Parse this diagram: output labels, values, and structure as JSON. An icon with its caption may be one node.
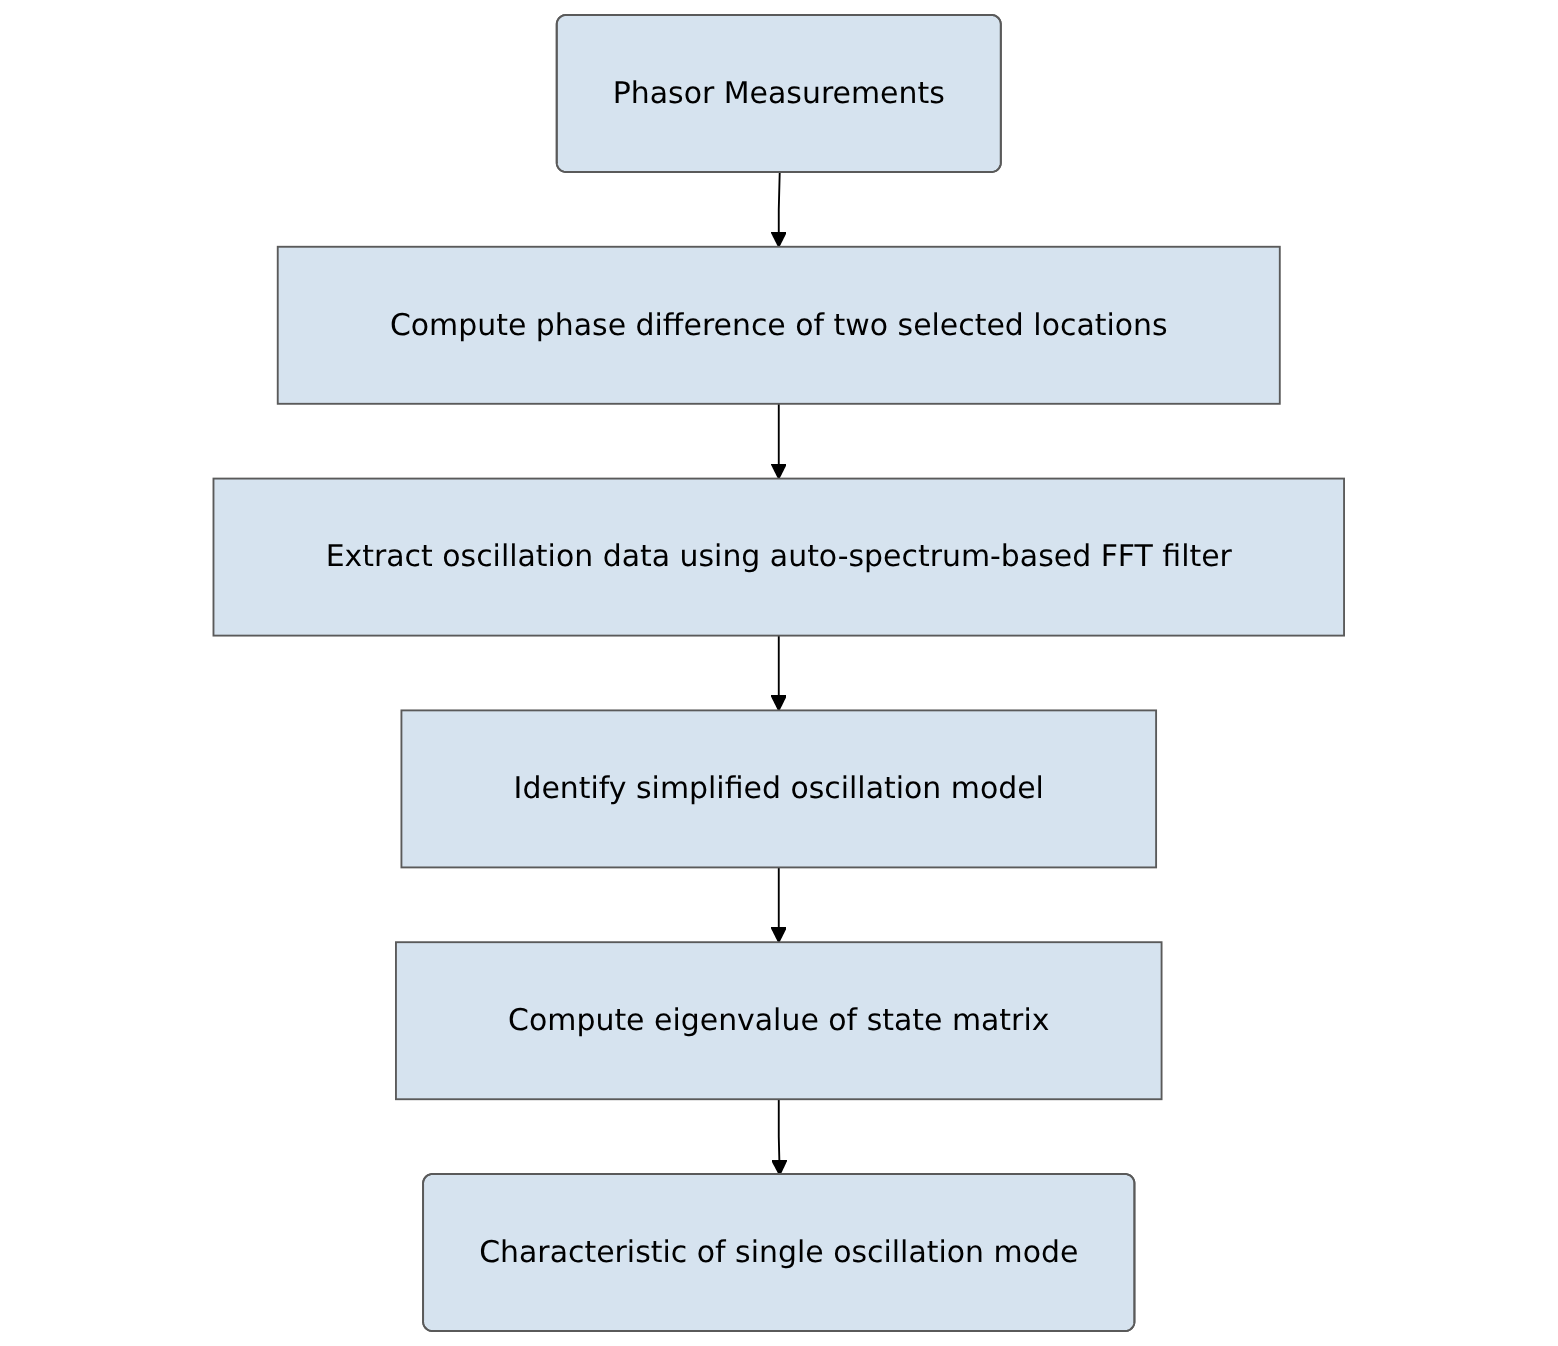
{
  "diagram": {
    "nodes": [
      {
        "text": [
          "Phasor Measurements"
        ]
      },
      {
        "text": [
          "Compute phase difference of two selected locations"
        ]
      },
      {
        "text": [
          "Extract oscillation data using auto-spectrum-based FFT filter"
        ]
      },
      {
        "text": [
          "Identify simplified oscillation model"
        ]
      },
      {
        "text": [
          "Compute eigenvalue of state matrix"
        ]
      },
      {
        "text": [
          "Characteristic of single oscillation mode"
        ]
      }
    ],
    "edges": [
      {
        "from": 0,
        "to": 1,
        "arrow": "to"
      },
      {
        "from": 1,
        "to": 2,
        "arrow": "to"
      },
      {
        "from": 2,
        "to": 3,
        "arrow": "to"
      },
      {
        "from": 3,
        "to": 4,
        "arrow": "to"
      },
      {
        "from": 4,
        "to": 5,
        "arrow": "to"
      }
    ]
  }
}
